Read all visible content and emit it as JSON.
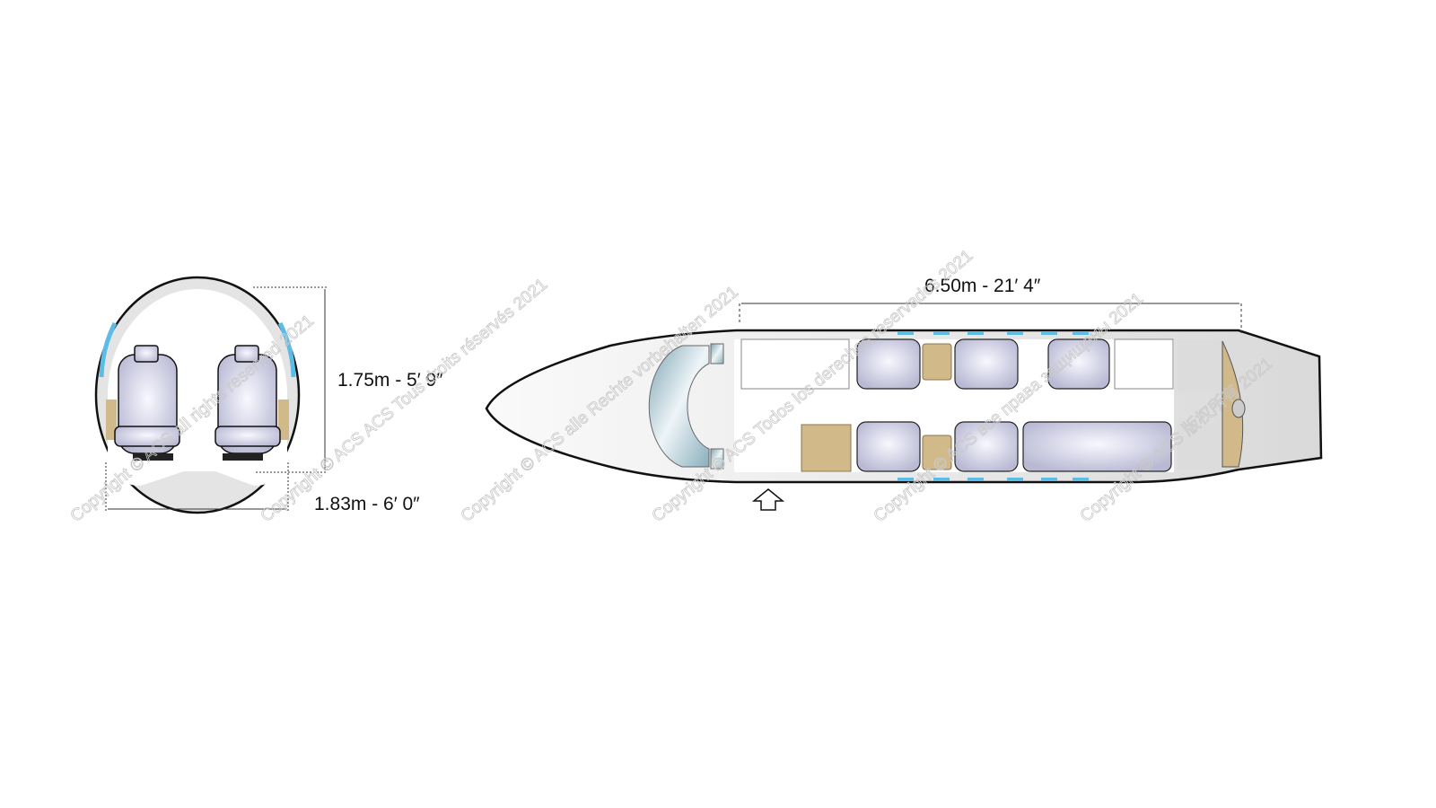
{
  "dimensions": {
    "cabin_height": "1.75m - 5′ 9″",
    "cabin_width": "1.83m - 6′ 0″",
    "cabin_length": "6.50m - 21′ 4″"
  },
  "watermarks": [
    "Copyright © ACS all rights reserved 2021",
    "Copyright © ACS ACS Tous droits réservés 2021",
    "Copyright © ACS alle Rechte vorbehalten 2021",
    "Copyright © ACS Todos los derechos reservados 2021",
    "Copyright © ACS все права защищены 2021",
    "Copyright © ACS 版权所有 2021"
  ],
  "colors": {
    "fuselage": "#e6e6e6",
    "window": "#5bbde6",
    "wood": "#d2b98a",
    "seat": "#d8d8ec"
  }
}
